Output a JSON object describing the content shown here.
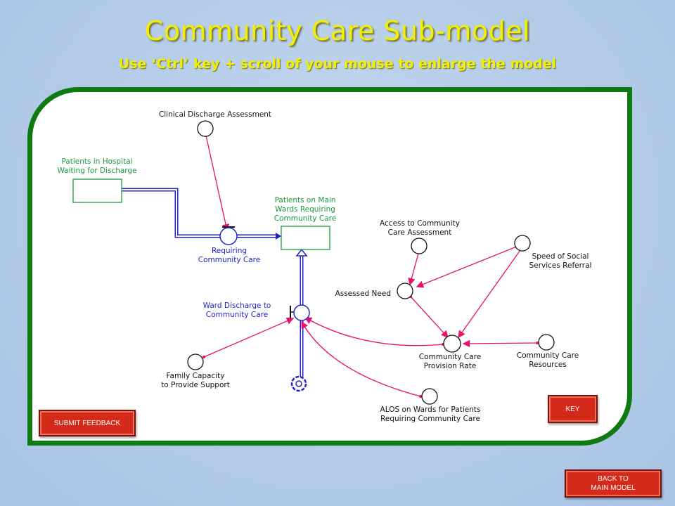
{
  "header": {
    "title": "Community Care Sub-model",
    "subtitle": "Use ‘Ctrl’ key + scroll of your mouse to enlarge the model"
  },
  "diagram": {
    "clinical_discharge": "Clinical Discharge Assessment",
    "patients_waiting": [
      "Patients in Hospital",
      "Waiting for Discharge"
    ],
    "patients_main_wards": [
      "Patients on Main",
      "Wards Requiring",
      "Community Care"
    ],
    "requiring_cc": [
      "Requiring",
      "Community Care"
    ],
    "access_cc": [
      "Access to Community",
      "Care Assessment"
    ],
    "speed_social": [
      "Speed of Social",
      "Services Referral"
    ],
    "assessed_need": "Assessed Need",
    "ward_discharge": [
      "Ward Discharge to",
      "Community Care"
    ],
    "cc_provision": [
      "Community Care",
      "Provision Rate"
    ],
    "cc_resources": [
      "Community Care",
      "Resources"
    ],
    "family_capacity": [
      "Family Capacity",
      "to Provide Support"
    ],
    "alos": [
      "ALOS on Wards for Patients",
      "Requiring Community Care"
    ]
  },
  "buttons": {
    "key": "KEY",
    "submit_feedback": "SUBMIT FEEDBACK",
    "back_line1": "BACK TO",
    "back_line2": "MAIN MODEL"
  },
  "colors": {
    "title": "#f2f000",
    "frame": "#0f7a0f",
    "link": "#e8106a",
    "flow": "#2222cc",
    "stock_label": "#1a9a3a",
    "button": "#d52a1a"
  }
}
